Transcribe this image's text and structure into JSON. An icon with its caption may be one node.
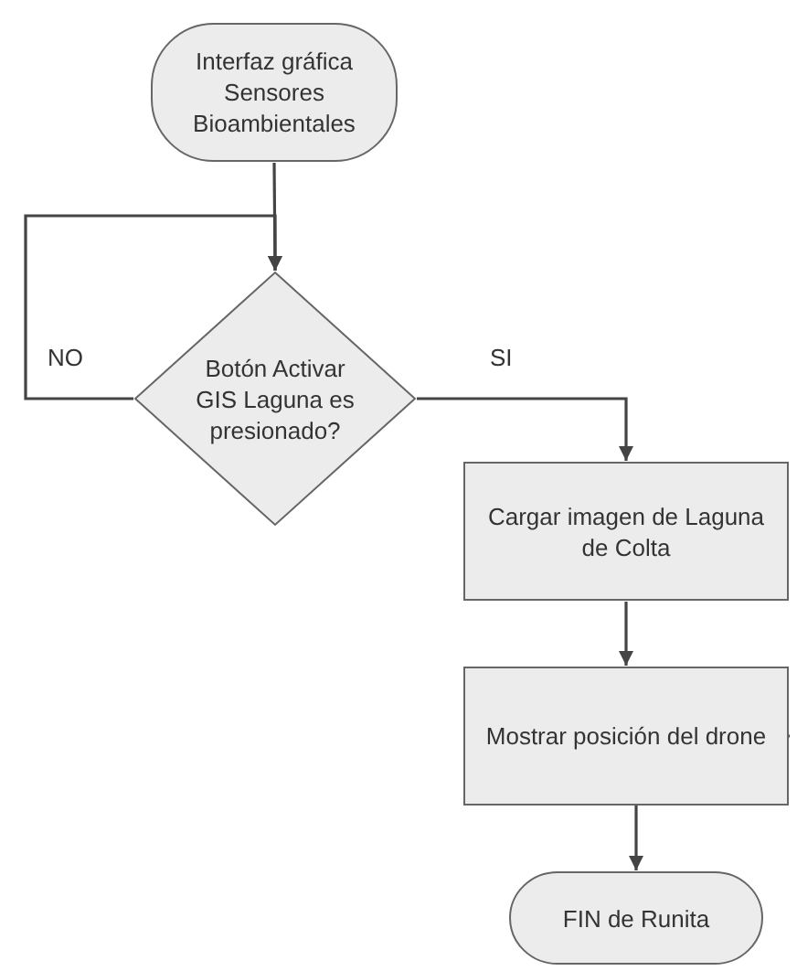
{
  "diagram": {
    "nodes": [
      {
        "text": [
          "Interfaz gráfica Sensores Bioambientales"
        ]
      },
      {
        "text": [
          "Botón Activar GIS Laguna es presionado?"
        ]
      },
      {
        "text": [
          "Cargar imagen de Laguna de Colta"
        ]
      },
      {
        "text": [
          "Mostrar posición del drone"
        ]
      },
      {
        "text": [
          "FIN de Runita"
        ]
      }
    ],
    "edges": [
      {
        "from": 0,
        "to": 1,
        "arrow": "to"
      },
      {
        "from": 1,
        "to": 1,
        "arrow": "to",
        "label": "NO"
      },
      {
        "from": 1,
        "to": 2,
        "arrow": "to",
        "label": "SI"
      },
      {
        "from": 2,
        "to": 3,
        "arrow": "to"
      },
      {
        "from": 3,
        "to": 4,
        "arrow": "to"
      }
    ]
  }
}
